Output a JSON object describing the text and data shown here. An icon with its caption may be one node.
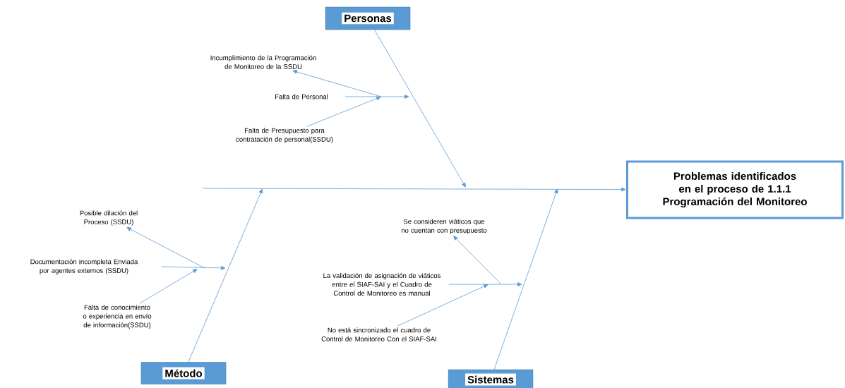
{
  "diagram": {
    "nodes": [
      {
        "text": [
          "Personas"
        ]
      },
      {
        "text": [
          "Problemas identificados en el proceso de 1.1.1 Programación del Monitoreo"
        ]
      },
      {
        "text": [
          "Método"
        ]
      },
      {
        "text": [
          "Sistemas"
        ]
      },
      {
        "text": [
          "Incumplimiento de la Programación de Monitoreo de la SSDU"
        ]
      },
      {
        "text": [
          "Falta de Personal"
        ]
      },
      {
        "text": [
          "Falta de Presupuesto para contratación de personal(SSDU)"
        ]
      },
      {
        "text": [
          "Posible dilación del Proceso (SSDU)"
        ]
      },
      {
        "text": [
          "Documentación incompleta Enviada por agentes externos (SSDU)"
        ]
      },
      {
        "text": [
          "Falta de conocimiento o experiencia en envío de información(SSDU)"
        ]
      },
      {
        "text": [
          "Se consideren viáticos que no cuentan con presupuesto"
        ]
      },
      {
        "text": [
          "La validación de asignación de viáticos entre el SIAF-SAI y el Cuadro de Control de Monitoreo es manual"
        ]
      },
      {
        "text": [
          "No está sincronizado el cuadro de Control de Monitoreo Con el SIAF-SAI"
        ]
      }
    ],
    "edges": [
      {
        "from": null,
        "to": 1,
        "arrow": "to"
      },
      {
        "from": 0,
        "to": null,
        "arrow": "to"
      },
      {
        "from": 2,
        "to": null,
        "arrow": "to"
      },
      {
        "from": 3,
        "to": null,
        "arrow": "to"
      },
      {
        "from": 5,
        "to": null,
        "arrow": "to"
      },
      {
        "from": 6,
        "to": null,
        "arrow": "to"
      },
      {
        "from": null,
        "to": 4,
        "arrow": "to"
      },
      {
        "from": 8,
        "to": null,
        "arrow": "to"
      },
      {
        "from": 9,
        "to": null,
        "arrow": "to"
      },
      {
        "from": null,
        "to": 7,
        "arrow": "to"
      },
      {
        "from": 11,
        "to": null,
        "arrow": "to"
      },
      {
        "from": 12,
        "to": null,
        "arrow": "to"
      },
      {
        "from": null,
        "to": 10,
        "arrow": "to"
      }
    ]
  }
}
